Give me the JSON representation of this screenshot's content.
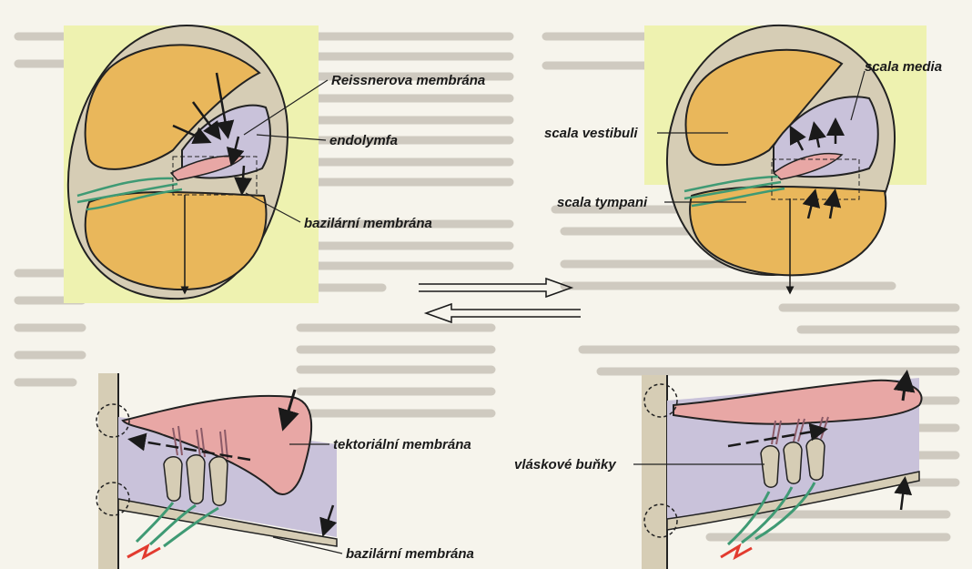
{
  "labels": {
    "reissner": "Reissnerova membrána",
    "endolymph": "endolymfa",
    "basilar_top": "bazilární membrána",
    "scala_media": "scala media",
    "scala_vestibuli": "scala vestibuli",
    "scala_tympani": "scala tympani",
    "tectorial": "tektoriální membrána",
    "hair_cells": "vláskové buňky",
    "basilar_bottom": "bazilární membrána"
  },
  "colors": {
    "page": "#f6f4ec",
    "ghost_text": "#cfcac0",
    "highlight": "#eef2b0",
    "bone": "#d6cdb5",
    "chamber": "#e9b75b",
    "membrane_region": "#c9c2da",
    "tectorial": "#e8a7a5",
    "nerve": "#3f9a74",
    "outline": "#222222",
    "spark": "#e23b2f"
  }
}
